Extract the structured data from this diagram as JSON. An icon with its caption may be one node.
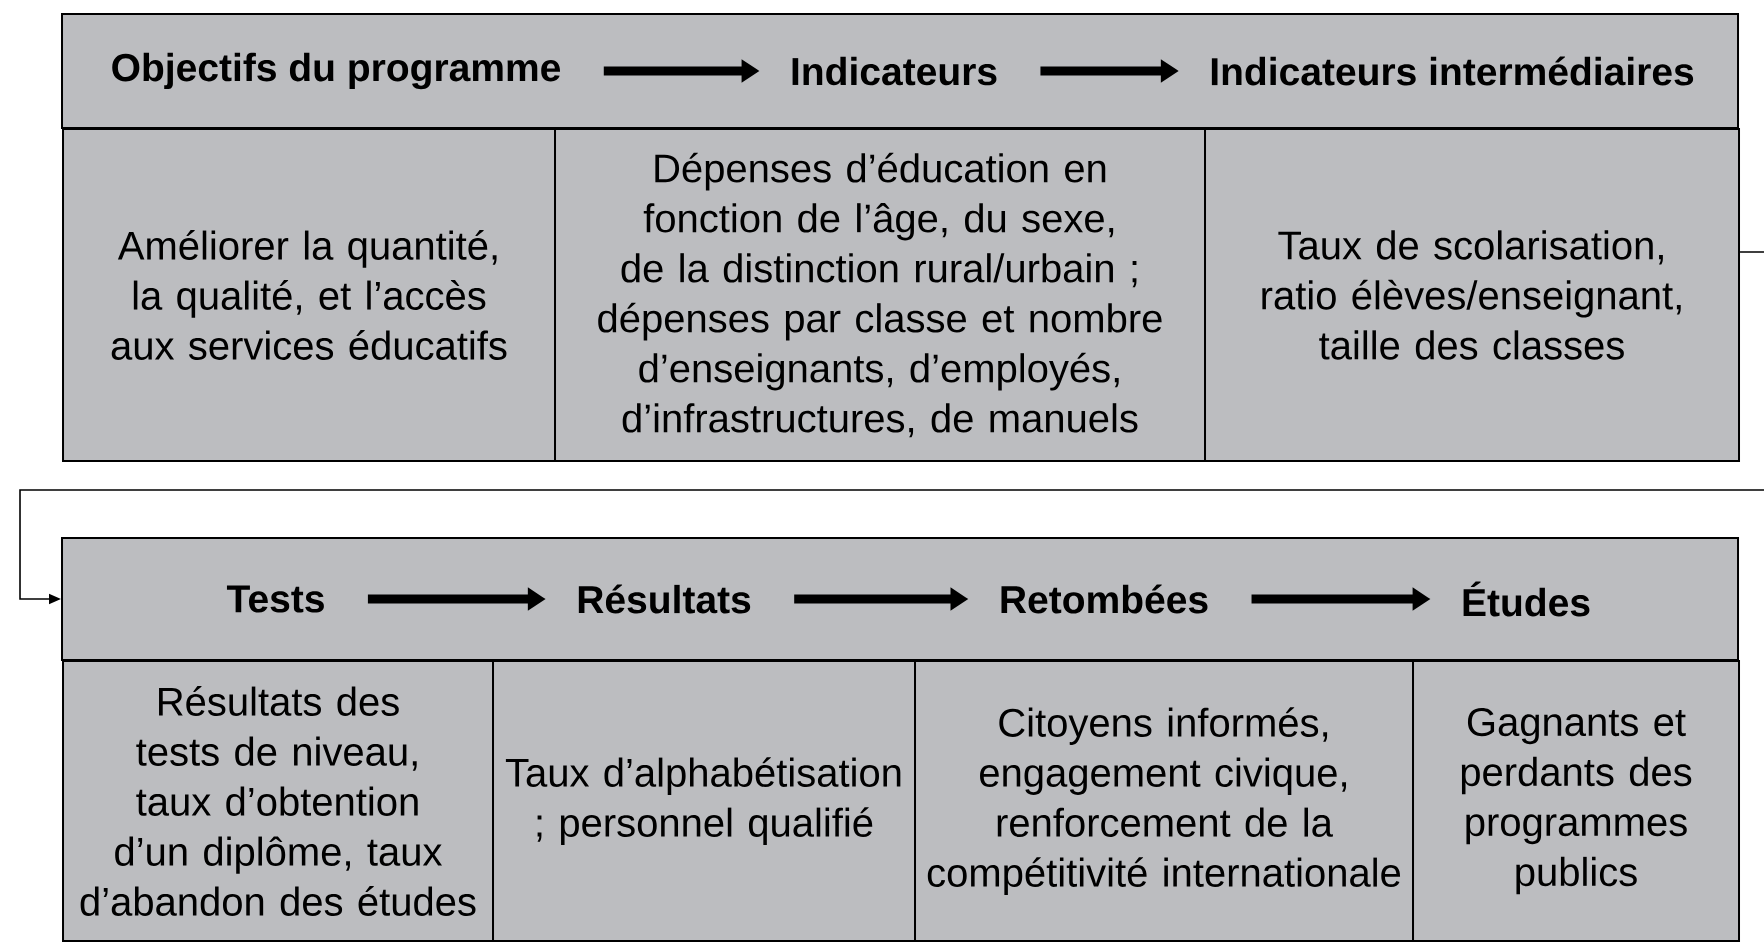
{
  "diagram": {
    "nodes": [
      {
        "text": [],
        "shape": "box"
      },
      {
        "text": [
          "Objectifs  du programme"
        ],
        "in": 0
      },
      {
        "text": [
          "Indicateurs"
        ],
        "in": 0
      },
      {
        "text": [
          "Indicateurs intermédiaires"
        ],
        "in": 0
      },
      {
        "text": [
          "Améliorer la quantité, la qualité, et l’accès aux services éducatifs"
        ]
      },
      {
        "text": [
          "Dépenses d’éducation en fonction de l’âge, du sexe, de la distinction rural/urbain ; dépenses par classe et nombre d’enseignants, d’employés, d’infrastructures, de manuels"
        ]
      },
      {
        "text": [
          "Taux de scolarisation, ratio élèves/enseignant, taille des classes"
        ]
      },
      {
        "text": [],
        "shape": "box"
      },
      {
        "text": [
          "Tests"
        ],
        "in": 7
      },
      {
        "text": [
          "Résultats"
        ],
        "in": 7
      },
      {
        "text": [
          "Retombées"
        ],
        "in": 7
      },
      {
        "text": [
          "Études"
        ],
        "in": 7
      },
      {
        "text": [
          "Résultats des tests de niveau, taux d’obtention d’un diplôme, taux d’abandon des études"
        ]
      },
      {
        "text": [
          "Taux d’alphabétisation ; personnel qualifié"
        ]
      },
      {
        "text": [
          "Citoyens informés, engagement civique, renforcement de la compétitivité internationale"
        ]
      },
      {
        "text": [
          "Gagnants et perdants des programmes publics"
        ]
      }
    ],
    "edges": [
      {
        "from": 1,
        "to": 2,
        "arrow": "to"
      },
      {
        "from": 2,
        "to": 3,
        "arrow": "to"
      },
      {
        "from": 6,
        "to": 7,
        "arrow": "to"
      },
      {
        "from": 8,
        "to": 9,
        "arrow": "to"
      },
      {
        "from": 9,
        "to": 10,
        "arrow": "to"
      },
      {
        "from": 10,
        "to": 11,
        "arrow": "to"
      }
    ]
  }
}
